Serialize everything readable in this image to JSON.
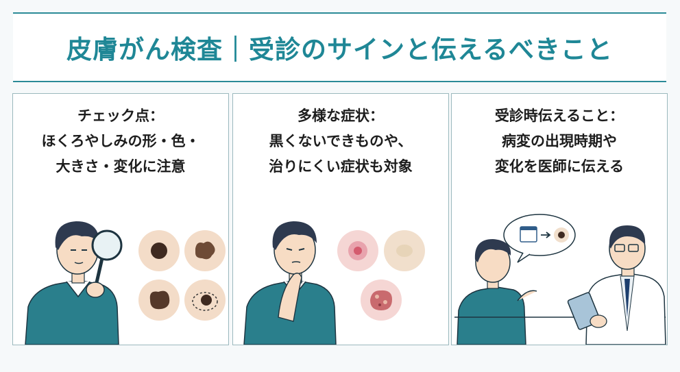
{
  "title": "皮膚がん検査｜受診のサインと伝えるべきこと",
  "panels": [
    {
      "lines": [
        "チェック点：",
        "ほくろやしみの形・色・",
        "大きさ・変化に注意"
      ],
      "illustration": "man-with-magnifying-glass-and-mole-examples"
    },
    {
      "lines": [
        "多様な症状：",
        "黒くないできものや、",
        "治りにくい症状も対象"
      ],
      "illustration": "thinking-man-and-lesion-examples"
    },
    {
      "lines": [
        "受診時伝えること：",
        "病変の出現時期や",
        "変化を医師に伝える"
      ],
      "illustration": "patient-talking-to-doctor"
    }
  ],
  "colors": {
    "accent": "#1f8796",
    "sweater": "#2a7f8c",
    "hair": "#2e3a4f",
    "skin": "#f7dcc4"
  }
}
